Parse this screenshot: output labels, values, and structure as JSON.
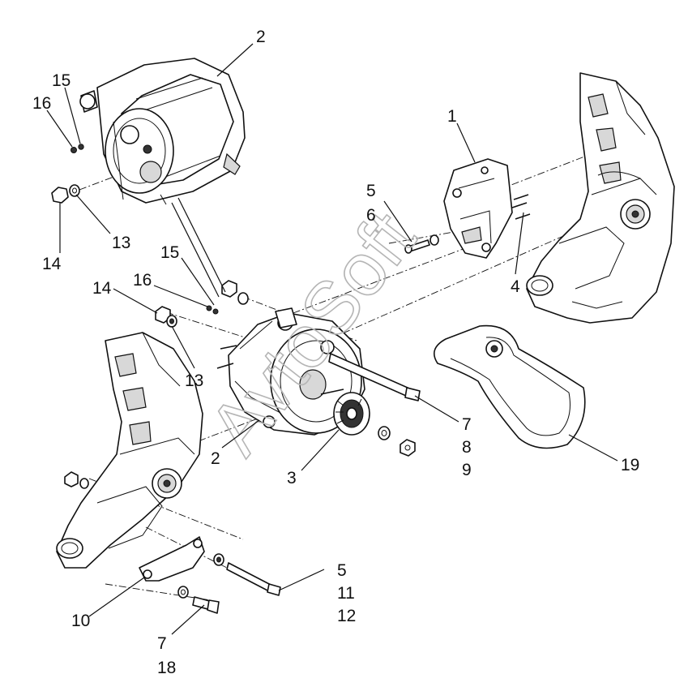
{
  "watermark": "AvtoSoft",
  "callouts": [
    {
      "id": "c-2-top",
      "text": "2"
    },
    {
      "id": "c-15-top",
      "text": "15"
    },
    {
      "id": "c-16-top",
      "text": "16"
    },
    {
      "id": "c-13-top",
      "text": "13"
    },
    {
      "id": "c-14-top",
      "text": "14"
    },
    {
      "id": "c-1",
      "text": "1"
    },
    {
      "id": "c-5-top",
      "text": "5"
    },
    {
      "id": "c-6",
      "text": "6"
    },
    {
      "id": "c-4",
      "text": "4"
    },
    {
      "id": "c-15-mid",
      "text": "15"
    },
    {
      "id": "c-16-mid",
      "text": "16"
    },
    {
      "id": "c-14-mid",
      "text": "14"
    },
    {
      "id": "c-13-mid",
      "text": "13"
    },
    {
      "id": "c-7-mid",
      "text": "7"
    },
    {
      "id": "c-8",
      "text": "8"
    },
    {
      "id": "c-9",
      "text": "9"
    },
    {
      "id": "c-19",
      "text": "19"
    },
    {
      "id": "c-2-mid",
      "text": "2"
    },
    {
      "id": "c-3",
      "text": "3"
    },
    {
      "id": "c-5-bot",
      "text": "5"
    },
    {
      "id": "c-11",
      "text": "11"
    },
    {
      "id": "c-12",
      "text": "12"
    },
    {
      "id": "c-10",
      "text": "10"
    },
    {
      "id": "c-7-bot",
      "text": "7"
    },
    {
      "id": "c-18",
      "text": "18"
    }
  ],
  "colors": {
    "line": "#111111",
    "background": "#ffffff",
    "watermark": "#b5b5b5"
  }
}
